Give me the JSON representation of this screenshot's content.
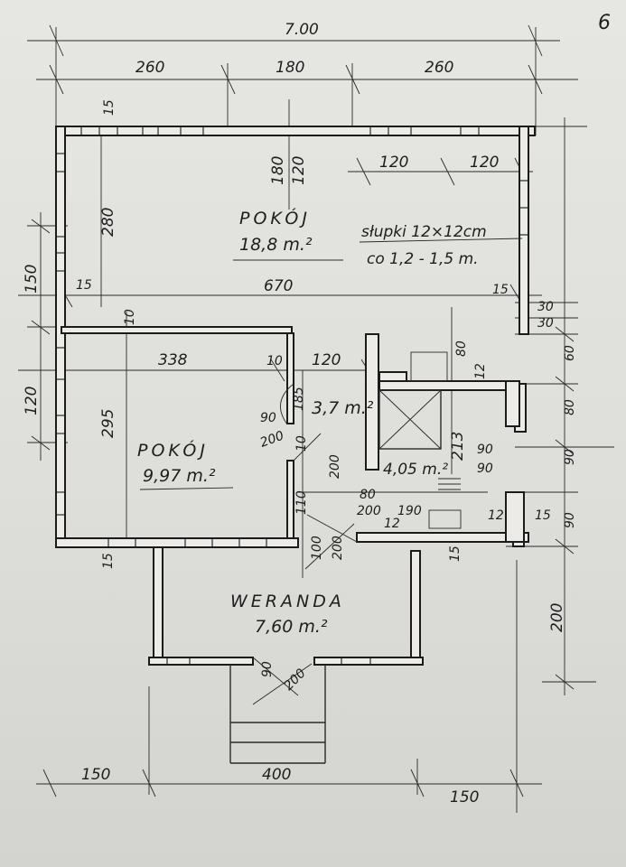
{
  "page_number": "6",
  "rooms": {
    "main": {
      "name": "POKÓJ",
      "area": "18,8 m.²"
    },
    "left": {
      "name": "POKÓJ",
      "area": "9,97 m.²"
    },
    "bath": {
      "area": "3,7 m.²"
    },
    "stair": {
      "area": "4,05 m.²"
    },
    "veranda": {
      "name": "WERANDA",
      "area": "7,60 m.²"
    }
  },
  "notes": {
    "posts_line1": "słupki 12×12cm",
    "posts_line2": "co 1,2 - 1,5 m."
  },
  "dims": {
    "top_total": "7.00",
    "top_left": "260",
    "top_mid": "180",
    "top_right": "260",
    "win_right_a": "120",
    "win_right_b": "120",
    "win_mid_180": "180",
    "win_mid_120": "120",
    "t15_top": "15",
    "left_150": "150",
    "left_120": "120",
    "main_280": "280",
    "main_width": "670",
    "main_15_left": "15",
    "main_15_right": "15",
    "r30a": "30",
    "r30b": "30",
    "r60": "60",
    "r80": "80",
    "r90a": "90",
    "r90b": "90",
    "r200": "200",
    "w338": "338",
    "w10": "10",
    "w10b": "10",
    "w120": "120",
    "h295": "295",
    "d185": "185",
    "d90a": "90",
    "d200a": "200",
    "d80": "80",
    "d12a": "12",
    "d213": "213",
    "d90b": "90",
    "d90c": "90",
    "d110": "110",
    "d100": "100",
    "d200b": "200",
    "d80b": "80",
    "d200c": "200",
    "d190": "190",
    "d12b": "12",
    "d12c": "12",
    "d15r": "15",
    "d15b": "15",
    "d15bl": "15",
    "d10c": "10",
    "d200d": "200",
    "d90d": "90",
    "d200e": "200",
    "bottom_left": "150",
    "bottom_mid": "400",
    "bottom_right": "150"
  }
}
